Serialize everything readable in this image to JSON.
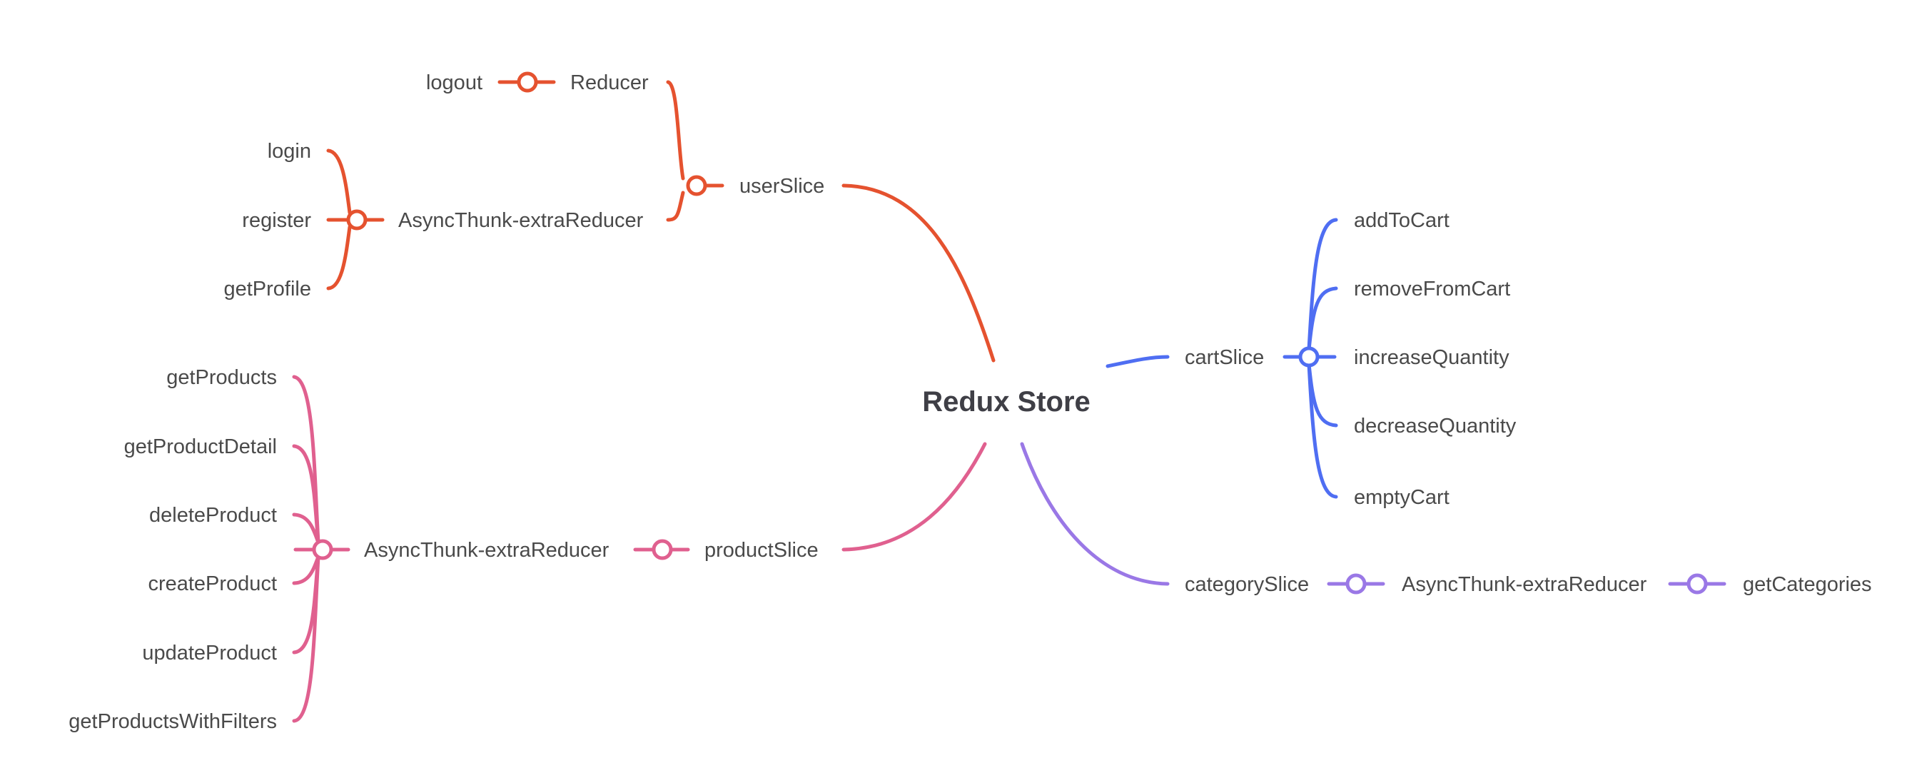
{
  "root": {
    "label": "Redux Store"
  },
  "colors": {
    "user": "#e5522f",
    "product": "#e0608f",
    "cart": "#4f6ef2",
    "category": "#9a78e6"
  },
  "user_slice": {
    "label": "userSlice",
    "reducer": {
      "label": "Reducer",
      "child": "logout"
    },
    "async": {
      "label": "AsyncThunk-extraReducer",
      "children": [
        "login",
        "register",
        "getProfile"
      ]
    }
  },
  "product_slice": {
    "label": "productSlice",
    "async": {
      "label": "AsyncThunk-extraReducer",
      "children": [
        "getProducts",
        "getProductDetail",
        "deleteProduct",
        "createProduct",
        "updateProduct",
        "getProductsWithFilters"
      ]
    }
  },
  "cart_slice": {
    "label": "cartSlice",
    "children": [
      "addToCart",
      "removeFromCart",
      "increaseQuantity",
      "decreaseQuantity",
      "emptyCart"
    ]
  },
  "category_slice": {
    "label": "categorySlice",
    "async": {
      "label": "AsyncThunk-extraReducer",
      "child": "getCategories"
    }
  }
}
